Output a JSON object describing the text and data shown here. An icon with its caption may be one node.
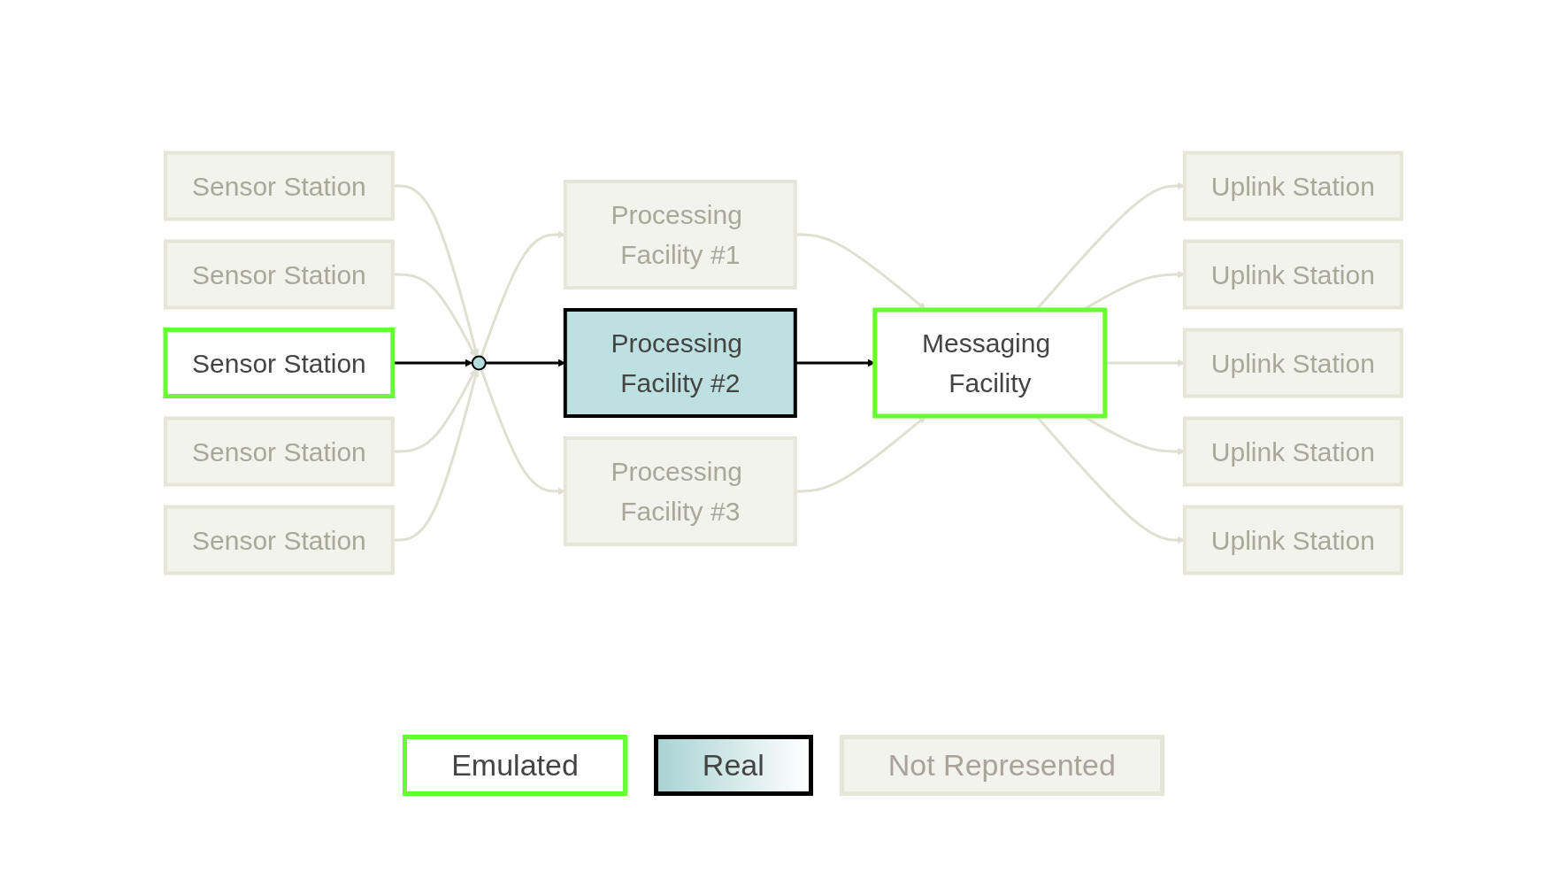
{
  "diagram": {
    "nodes": [
      {
        "text": [
          "Sensor Station"
        ]
      },
      {
        "text": [
          "Sensor Station"
        ]
      },
      {
        "text": [
          "Sensor Station"
        ]
      },
      {
        "text": [
          "Sensor Station"
        ]
      },
      {
        "text": [
          "Sensor Station"
        ]
      },
      {
        "text": [],
        "shape": "ellipse"
      },
      {
        "text": [
          "Processing Facility #1"
        ]
      },
      {
        "text": [
          "Processing Facility #2"
        ]
      },
      {
        "text": [
          "Processing Facility #3"
        ]
      },
      {
        "text": [
          "Messaging Facility"
        ]
      },
      {
        "text": [
          "Uplink Station"
        ]
      },
      {
        "text": [
          "Uplink Station"
        ]
      },
      {
        "text": [
          "Uplink Station"
        ]
      },
      {
        "text": [
          "Uplink Station"
        ]
      },
      {
        "text": [
          "Uplink Station"
        ]
      }
    ],
    "edges": [
      {
        "from": 0,
        "to": 5,
        "arrow": "to"
      },
      {
        "from": 1,
        "to": 5,
        "arrow": "to"
      },
      {
        "from": 2,
        "to": 5,
        "arrow": "to",
        "color": "#000000"
      },
      {
        "from": 3,
        "to": 5,
        "arrow": "to"
      },
      {
        "from": 4,
        "to": 5,
        "arrow": "to"
      },
      {
        "from": 5,
        "to": 6,
        "arrow": "to"
      },
      {
        "from": 5,
        "to": 7,
        "arrow": "to",
        "color": "#000000"
      },
      {
        "from": 5,
        "to": 8,
        "arrow": "to"
      },
      {
        "from": 6,
        "to": 9,
        "arrow": "to"
      },
      {
        "from": 7,
        "to": 9,
        "arrow": "to",
        "color": "#000000"
      },
      {
        "from": 8,
        "to": 9,
        "arrow": "to"
      },
      {
        "from": 9,
        "to": 10,
        "arrow": "to"
      },
      {
        "from": 9,
        "to": 11,
        "arrow": "to"
      },
      {
        "from": 9,
        "to": 12,
        "arrow": "to"
      },
      {
        "from": 9,
        "to": 13,
        "arrow": "to"
      },
      {
        "from": 9,
        "to": 14,
        "arrow": "to"
      }
    ],
    "legend": [
      {
        "text": "Emulated"
      },
      {
        "text": "Real"
      },
      {
        "text": "Not Represented"
      }
    ]
  }
}
